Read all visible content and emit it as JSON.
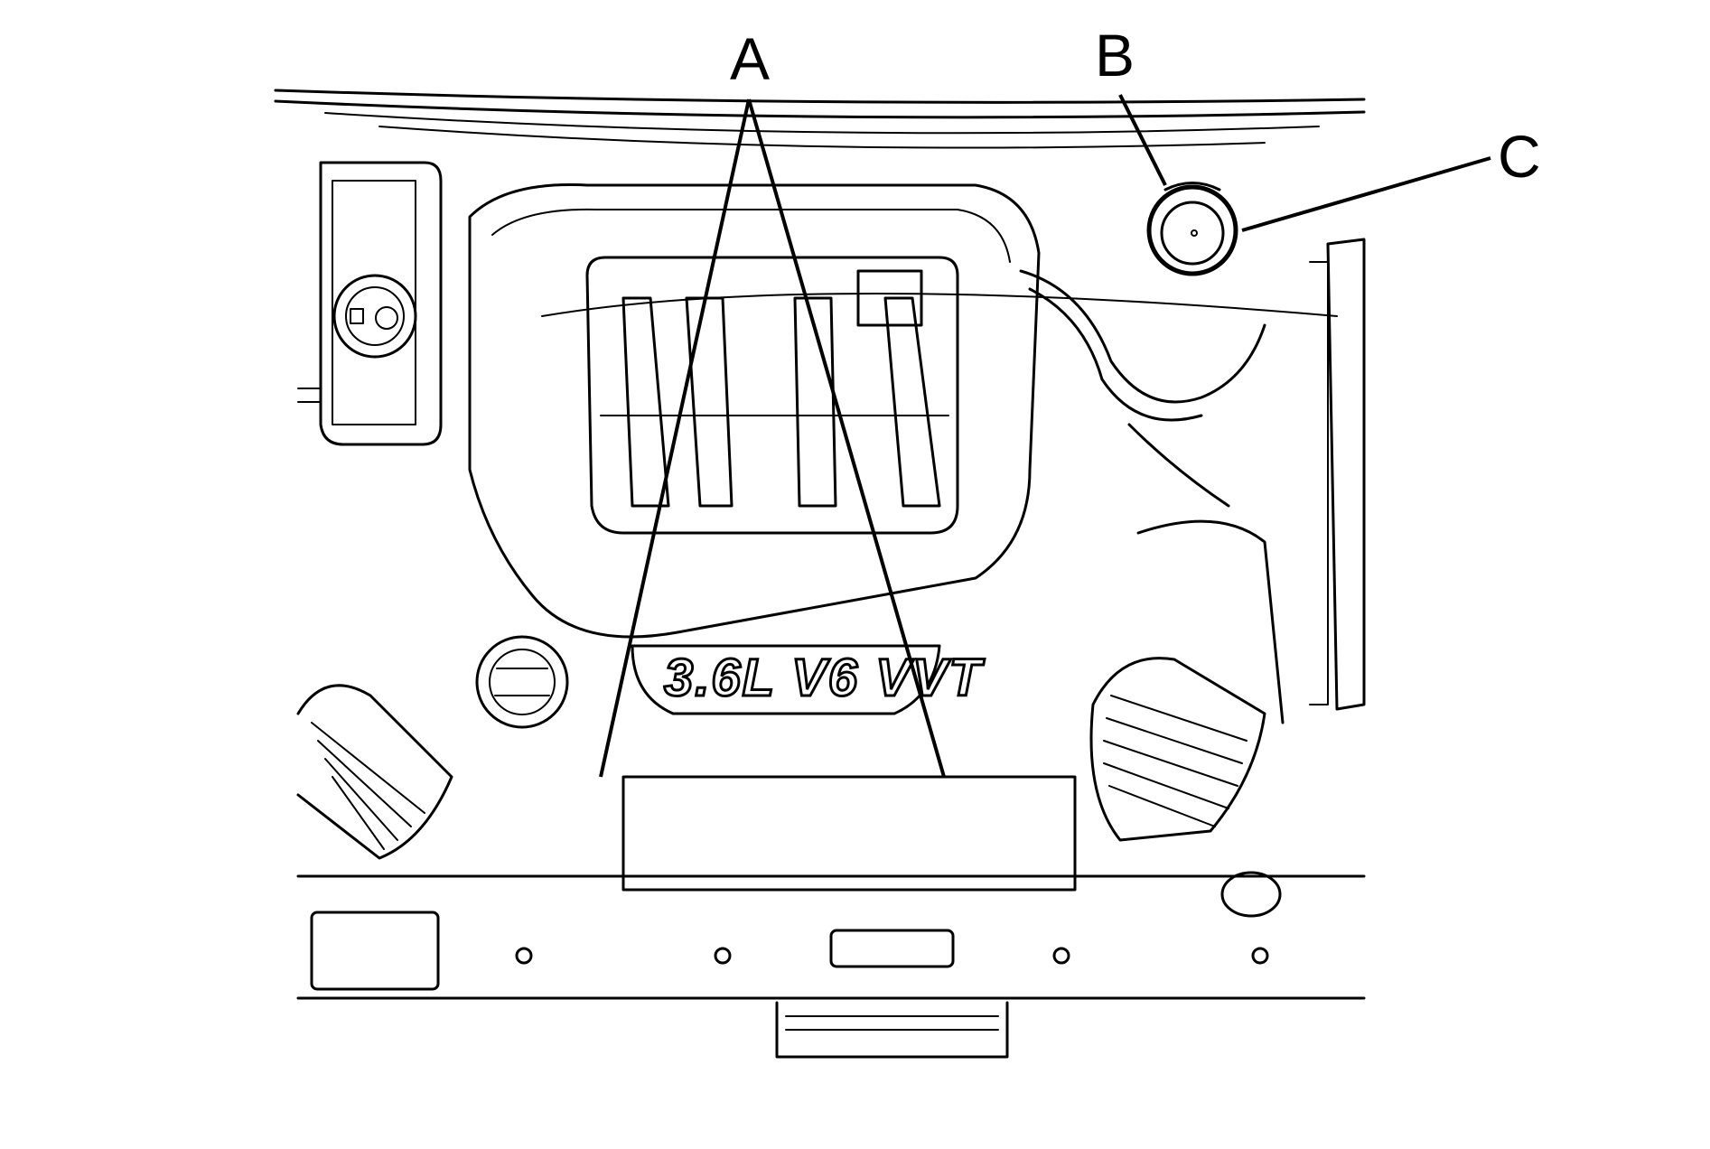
{
  "diagram": {
    "engine_badge": "3.6L V6 VVT",
    "callouts": [
      {
        "id": "A",
        "label": "A"
      },
      {
        "id": "B",
        "label": "B"
      },
      {
        "id": "C",
        "label": "C"
      }
    ]
  }
}
